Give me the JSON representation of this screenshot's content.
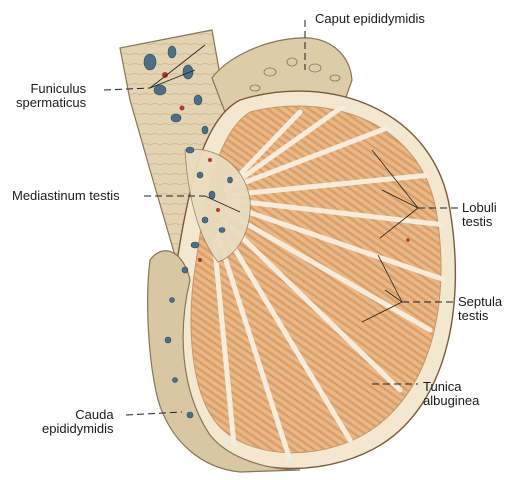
{
  "labels": {
    "caput_epididymidis": "Caput epididymidis",
    "funiculus_line1": "Funiculus",
    "funiculus_line2": "spermaticus",
    "mediastinum_testis": "Mediastinum testis",
    "lobuli_line1": "Lobuli",
    "lobuli_line2": "testis",
    "septula_line1": "Septula",
    "septula_line2": "testis",
    "tunica_line1": "Tunica",
    "tunica_line2": "albuginea",
    "cauda_line1": "Cauda",
    "cauda_line2": "epididymidis"
  },
  "colors": {
    "parenchyma": "#e9b98a",
    "septa": "#f6ead8",
    "tunica": "#f2e4cc",
    "epididymis": "#d9c7a3",
    "vessels": "#4c6f86",
    "outline": "#7a5a3a",
    "leader": "#222222"
  }
}
